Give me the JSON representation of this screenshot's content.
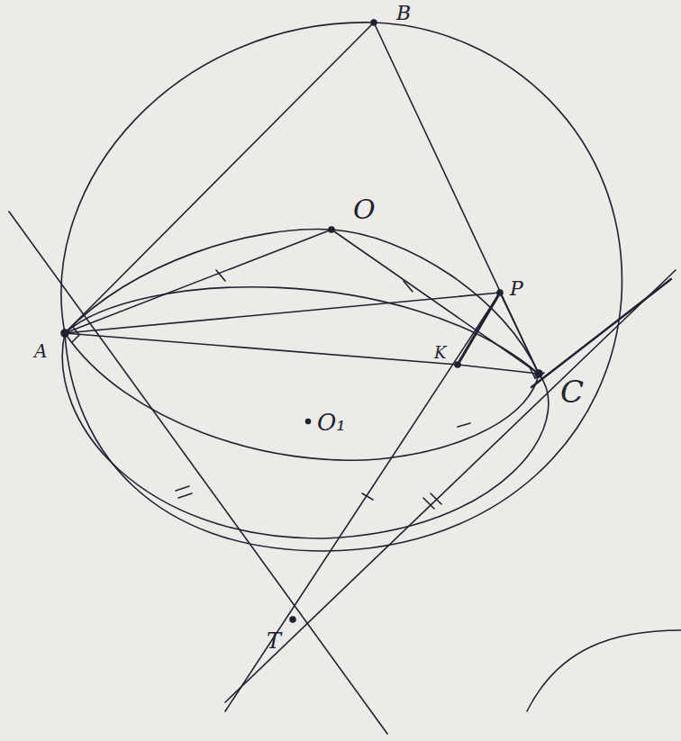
{
  "diagram": {
    "labels": [
      "B",
      "O",
      "P",
      "K",
      "C",
      "A",
      "O₁",
      "T"
    ]
  }
}
